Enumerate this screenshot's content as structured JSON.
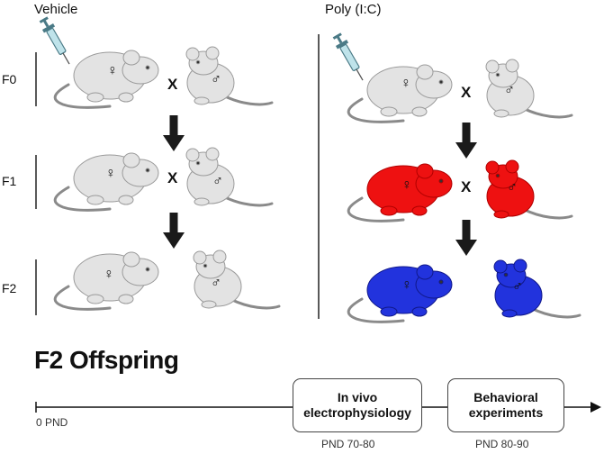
{
  "columns": {
    "vehicle": "Vehicle",
    "polyic": "Poly (I:C)"
  },
  "generations": [
    "F0",
    "F1",
    "F2"
  ],
  "cross_symbol": "X",
  "female_symbol": "♀",
  "male_symbol": "♂",
  "offspring_title": "F2 Offspring",
  "timeline": {
    "start_label": "0 PND",
    "box1": {
      "line1": "In vivo",
      "line2": "electrophysiology",
      "pnd": "PND 70-80"
    },
    "box2": {
      "line1": "Behavioral",
      "line2": "experiments",
      "pnd": "PND 80-90"
    }
  },
  "colors": {
    "mouse_grey": "#e3e3e3",
    "affected_red": "#ee1111",
    "affected_blue": "#2233dd",
    "arrow": "#1a1a1a"
  },
  "icons": [
    "syringe-icon",
    "female-mouse-icon",
    "male-mouse-icon",
    "down-arrow-icon",
    "timeline-arrow-icon"
  ]
}
